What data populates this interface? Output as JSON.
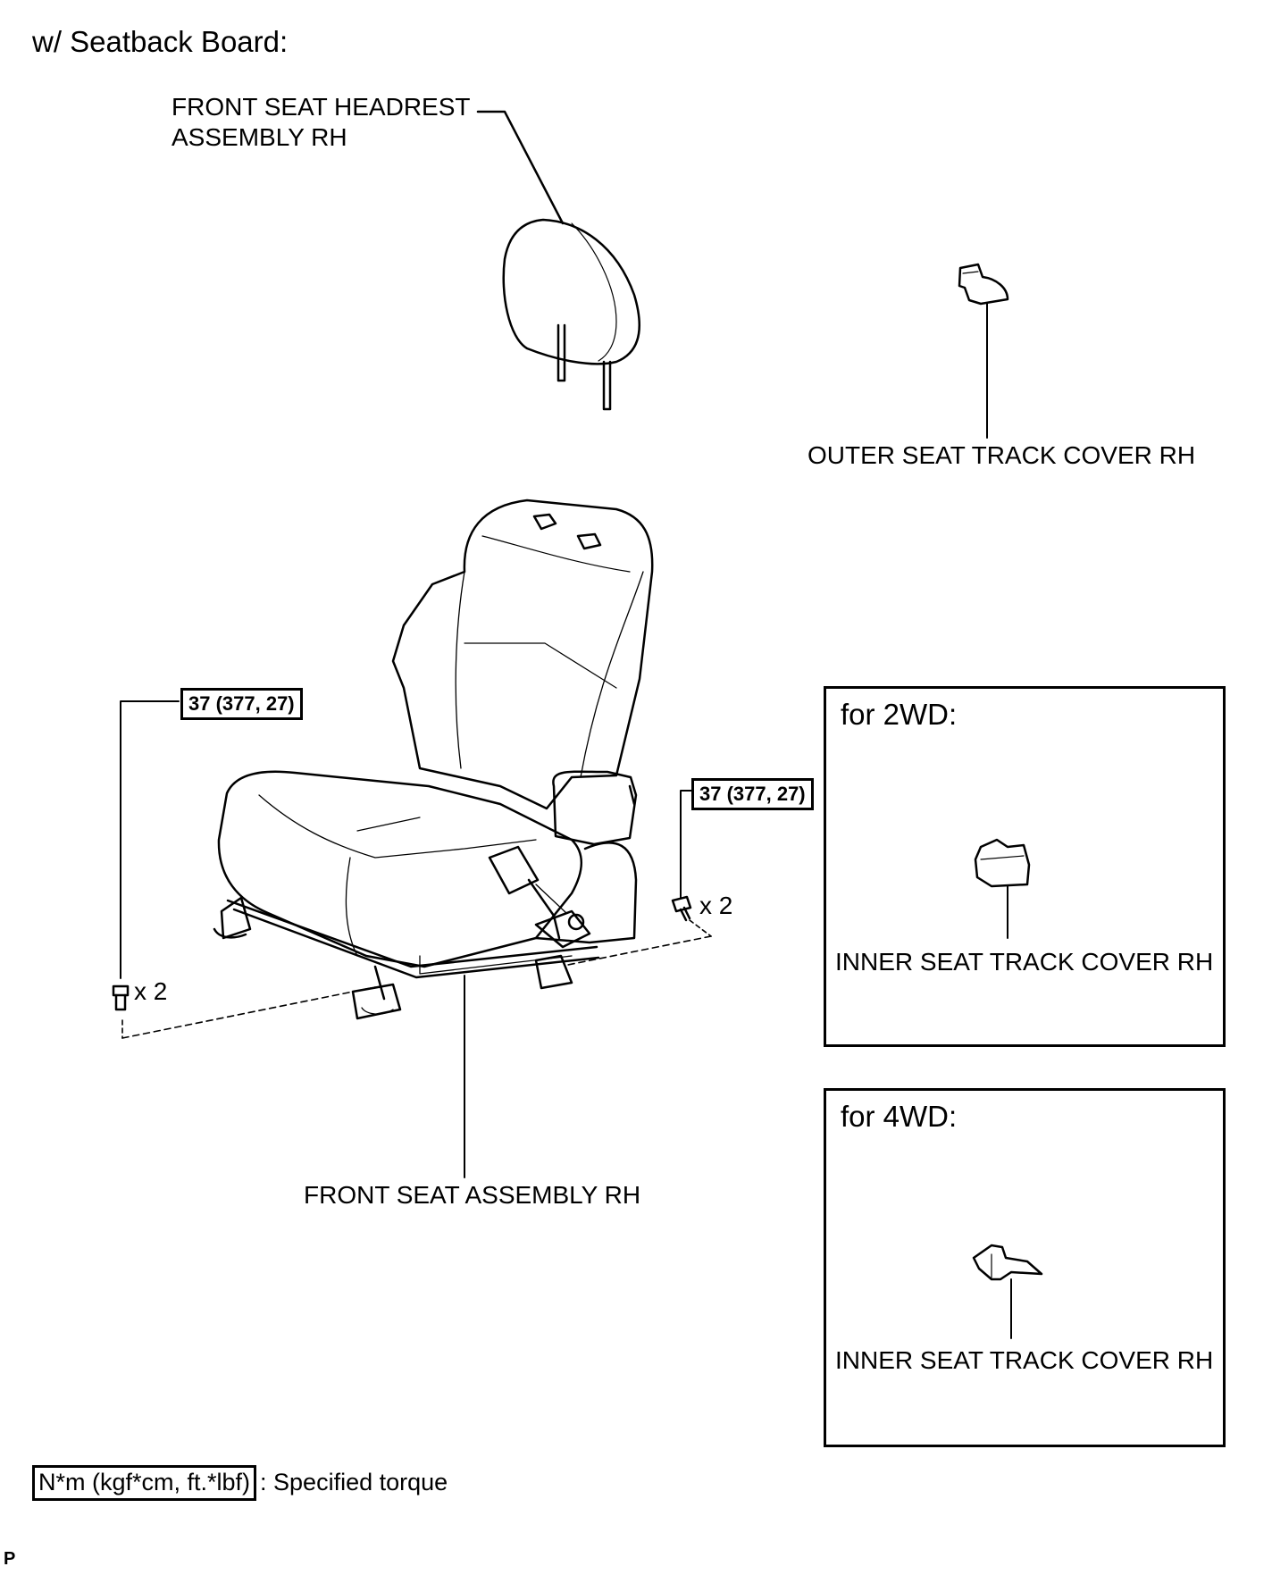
{
  "heading": "w/ Seatback Board:",
  "labels": {
    "headrest": [
      "FRONT SEAT HEADREST",
      "ASSEMBLY RH"
    ],
    "outer_cover": "OUTER SEAT TRACK COVER RH",
    "front_seat": "FRONT SEAT ASSEMBLY RH"
  },
  "torque_left": "37 (377, 27)",
  "torque_right": "37 (377, 27)",
  "qty_left": "x 2",
  "qty_right": "x 2",
  "variant_2wd": {
    "title": "for 2WD:",
    "label": "INNER SEAT TRACK COVER RH"
  },
  "variant_4wd": {
    "title": "for 4WD:",
    "label": "INNER SEAT TRACK COVER RH"
  },
  "legend": {
    "unit": "N*m (kgf*cm, ft.*lbf)",
    "text": ": Specified torque"
  },
  "corner_mark": "P"
}
